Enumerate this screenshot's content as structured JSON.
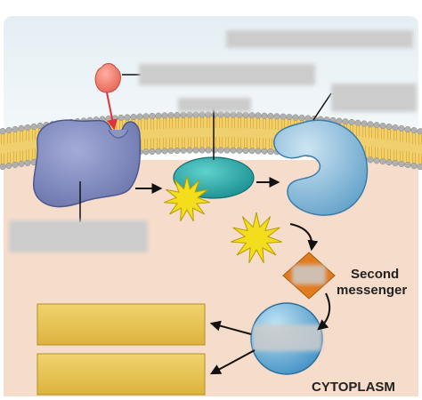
{
  "labels": {
    "second_messenger_line1": "Second",
    "second_messenger_line2": "messenger",
    "cytoplasm": "CYTOPLASM"
  },
  "colors": {
    "extracellular": "#e9f2f5",
    "cytoplasm": "#f6dccb",
    "lipid_head": "#b0b0b0",
    "lipid_tail": "#e2b43c",
    "receptor": "#7f8bc0",
    "g_protein": "#1fa9a6",
    "effector": "#83bad9",
    "second_messenger": "#e07b1f",
    "activated_star": "#f3dd1c",
    "ligand": "#f07c6d",
    "response_box": "#e6c44e",
    "label_redaction": "#cccccc",
    "arrow": "#111111",
    "binding_arrow": "#e0323c"
  },
  "icons": {
    "ligand": "ligand-droplet-icon",
    "receptor": "receptor-protein-icon",
    "g_protein": "g-protein-icon",
    "effector": "effector-enzyme-icon",
    "activation": "activation-burst-icon",
    "second_messenger": "second-messenger-diamond-icon",
    "target": "target-protein-sphere-icon"
  }
}
